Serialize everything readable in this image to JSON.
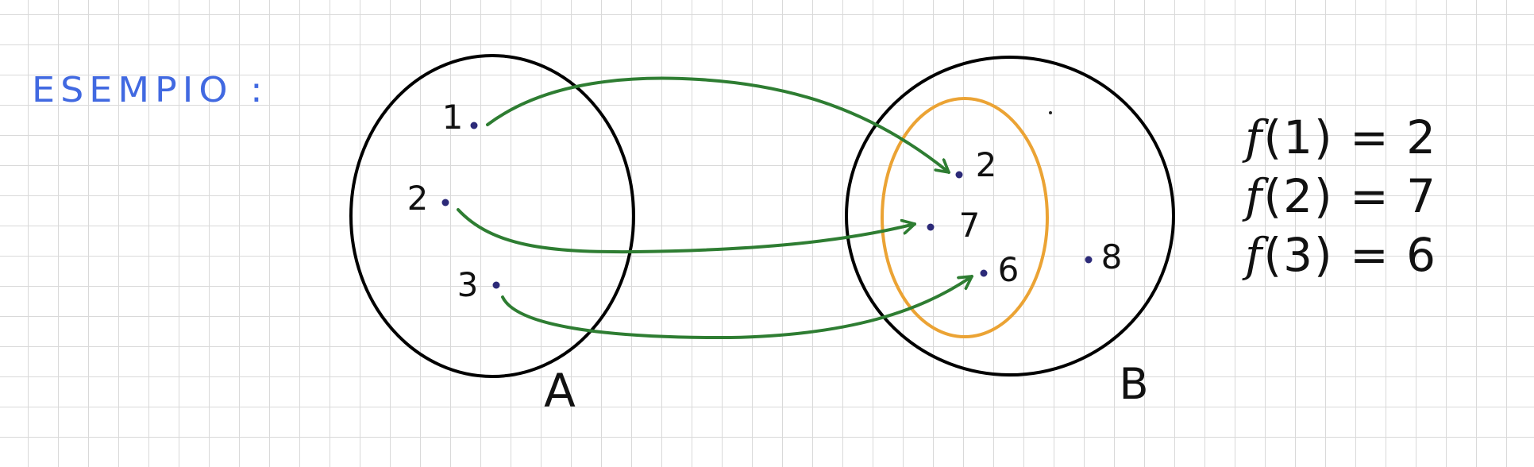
{
  "title": "ESEMPIO :",
  "sets": [
    {
      "label": "A",
      "elements": [
        "1",
        "2",
        "3"
      ]
    },
    {
      "label": "B",
      "elements": [
        "2",
        "7",
        "6",
        "8"
      ]
    }
  ],
  "mapping": [
    {
      "from": "1",
      "to": "2"
    },
    {
      "from": "2",
      "to": "7"
    },
    {
      "from": "3",
      "to": "6"
    }
  ],
  "equations": [
    {
      "fn": "f",
      "arg": "1",
      "value": "2"
    },
    {
      "fn": "f",
      "arg": "2",
      "value": "7"
    },
    {
      "fn": "f",
      "arg": "3",
      "value": "6"
    }
  ],
  "colors": {
    "title": "#4169e1",
    "arrows": "#2e7d32",
    "image_ellipse": "#eba334",
    "sets": "#000000",
    "points": "#2c2a78"
  }
}
